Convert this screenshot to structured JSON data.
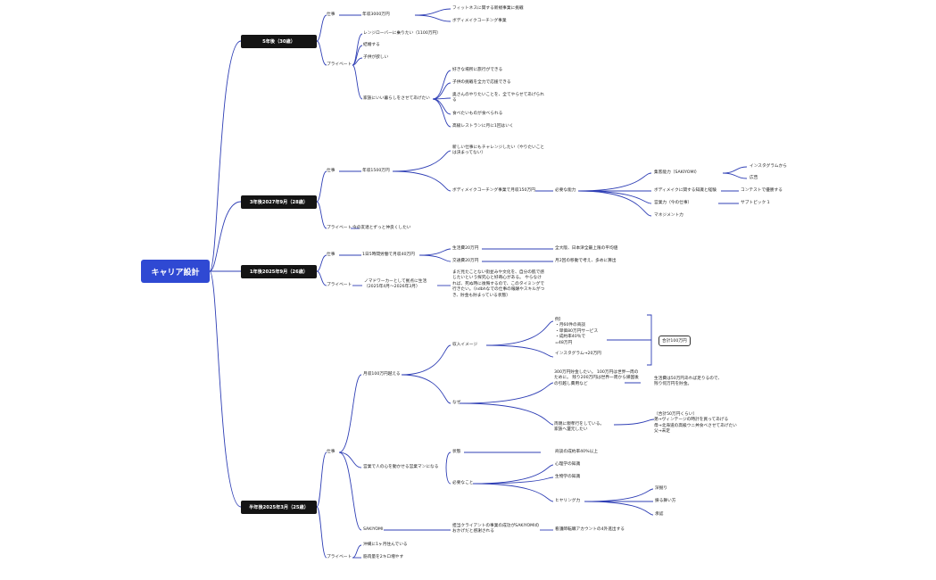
{
  "title": "キャリア設計",
  "colors": {
    "root": "#2f49d3",
    "header": "#141414",
    "line": "#2f3fb5"
  },
  "sections": {
    "y5": {
      "header": "5年後（30歳）",
      "work": "仕事",
      "income": "年収3000万円",
      "income_items": [
        "フィットネスに関する新規事業に挑戦",
        "ボディメイクコーチング事業"
      ],
      "private": "プライベート",
      "p_items": [
        "レンジローバーに乗りたい（1100万円）",
        "結婚する",
        "子供が欲しい",
        "家族にいい暮らしをさせてあげたい"
      ],
      "family_items": [
        "好きな場所に旅行ができる",
        "子供の挑戦を全力で応援できる",
        "奥さんのやりたいことを、全てやらせてあげられる",
        "食べたいものが食べられる",
        "高級レストランに月に1回はいく"
      ]
    },
    "y3": {
      "header": "3年後2027年9月（28歳）",
      "work": "仕事",
      "income": "年収1500万円",
      "income_items": [
        "新しい仕事にもチャレンジしたい（やりたいことは決まってない）",
        "ボディメイクコーチング事業で月収150万円"
      ],
      "needed": "必要な能力",
      "skills": [
        "集客能力（SAKIYOMI）",
        "ボディメイクに関する知識と経験",
        "営業力（今の仕事）",
        "マネジメント力"
      ],
      "sns": [
        "インスタグラムから",
        "広告"
      ],
      "contest": "コンテストで優勝する",
      "subtopic": "サブトピック 1",
      "private": "プライベート",
      "p_item": "今の友達とずっと仲良くしたい"
    },
    "y1": {
      "header": "1年後2025年9月（26歳）",
      "work": "仕事",
      "income": "1日5時間労働で月収40万円",
      "costs": [
        "生活費20万円",
        "交通費20万円"
      ],
      "cost_notes": [
        "全大阪、日本津全最上限の平均値",
        "月2回の移動で考え、多めに算出"
      ],
      "private": "プライベート",
      "nomad": "ノマドワーカーとして拠点に生活\n（2025年4月〜2026年3月）",
      "nomad_note": "まだ見たことない街並みや文化を、自分の肌で感じたいという探究心と好奇心がある。\nやらなければ、死ぬ時に後悔するので、このタイミングで行きたい。（ndbhなでの仕事の報酬やスキルがつき、貯金も貯まっている状態）"
    },
    "h": {
      "header": "半年後2025年3月（25歳）",
      "work": "仕事",
      "goal": "月収100万円越える",
      "image": "収入イメージ",
      "image_detail": "例）\n・月60件の商談\n・単価80万円サービス\n・成約率40％で\n=48万円\n\nインスタグラム→20万円",
      "total": "合計100万円",
      "why": "なぜ",
      "why_a": "300万円貯金したい。\n100万円は世界一周のために。\n残り200万円は世界一周から帰国後の引越し費用など",
      "why_a_note": "生活費は50万円あれば足りるので、\n残り何万円を貯金。",
      "why_b": "両親に親孝行をしている。\n家族へ還元したい",
      "why_b_note": "（合計50万円くらい）\n弟→ヴィンテージの時計を買ってあげる\n母→北海道の高級ウニ丼食べさせてあげたい\n父→未定",
      "sales": "営業で人の心を動かせる営業マンになる",
      "state": "状態",
      "state_note": "商談の成約率40%以上",
      "need": "必要なこと",
      "need_items": [
        "心理学の知識",
        "生物学の知識",
        "ヒヤリング力"
      ],
      "hear_items": [
        "深掘り",
        "振る舞い方",
        "承認"
      ],
      "sakiyomi": "SAKIYOMI",
      "sakiyomi_note": "担当クライアントの事業の成功がSAKIYOMIのおかげだと感謝される",
      "sakiyomi_goal": "看護師転職アカウントの4外進出する",
      "private": "プライベート",
      "p_items": [
        "沖縄に1ヶ月住んでいる",
        "筋肉量を2キロ増やす"
      ]
    }
  }
}
